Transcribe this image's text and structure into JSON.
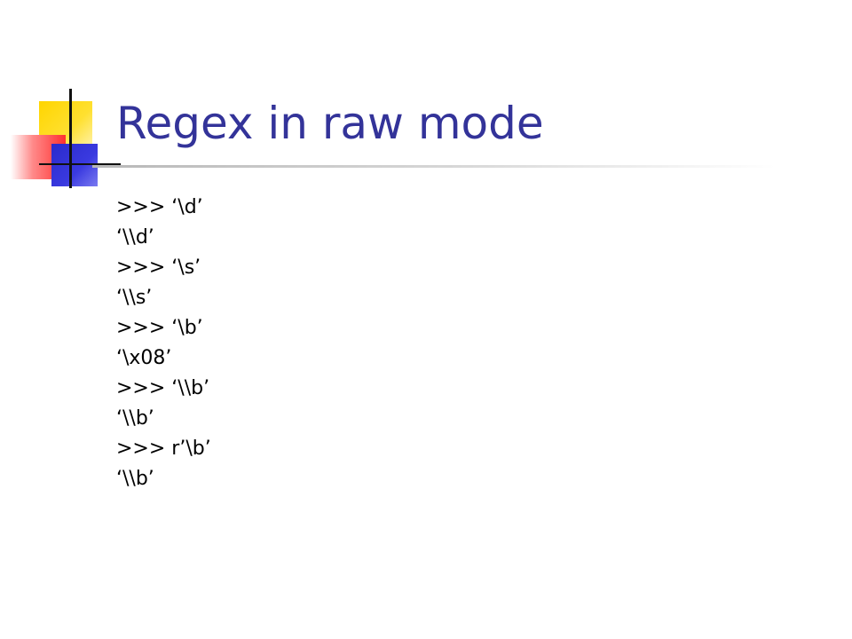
{
  "slide": {
    "title": "Regex in raw mode",
    "lines": [
      ">>> ‘\\d’",
      "‘\\\\d’",
      ">>> ‘\\s’",
      "‘\\\\s’",
      ">>> ‘\\b’",
      "‘\\x08’",
      ">>> ‘\\\\b’",
      "‘\\\\b’",
      ">>> r’\\b’",
      "‘\\\\b’"
    ]
  },
  "colors": {
    "title": "#333399",
    "logo_yellow": "#ffd500",
    "logo_red": "#ff3030",
    "logo_blue": "#2a2acc"
  }
}
